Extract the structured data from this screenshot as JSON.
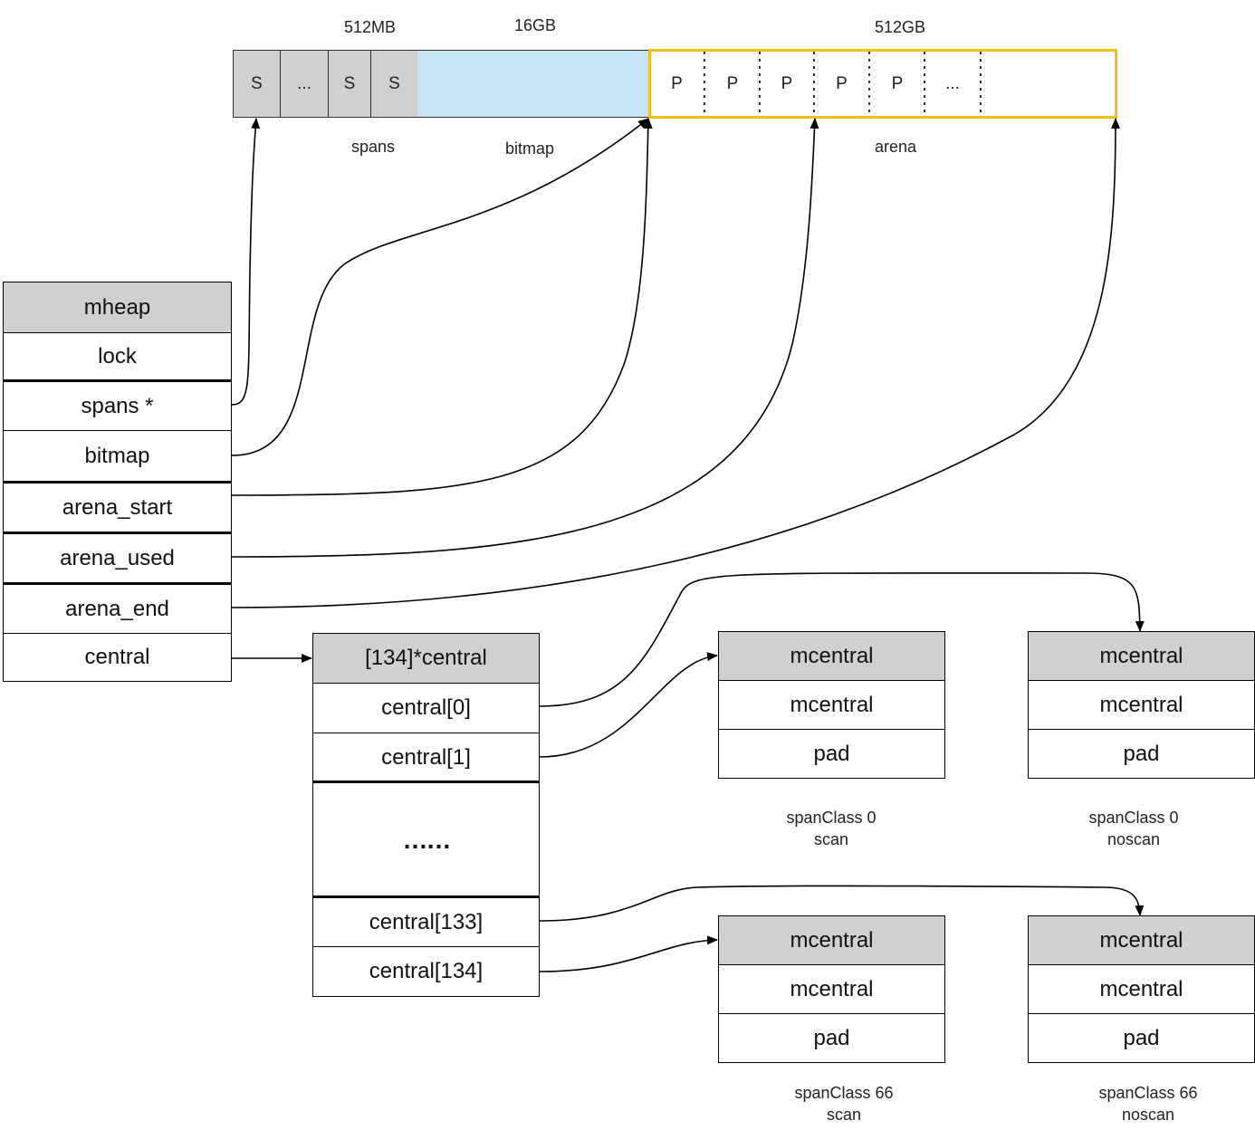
{
  "top_bar": {
    "size_labels": {
      "spans": "512MB",
      "bitmap": "16GB",
      "arena": "512GB"
    },
    "span_cells": [
      "S",
      "...",
      "S",
      "S"
    ],
    "arena_cells": [
      "P",
      "P",
      "P",
      "P",
      "P",
      "..."
    ],
    "region_labels": {
      "spans": "spans",
      "bitmap": "bitmap",
      "arena": "arena"
    },
    "colors": {
      "span_fill": "#d0d0d0",
      "bitmap_fill": "#c6e4f4",
      "arena_border": "#f0c020"
    }
  },
  "mheap": {
    "header": "mheap",
    "fields": [
      "lock",
      "spans *",
      "bitmap",
      "arena_start",
      "arena_used",
      "arena_end",
      "central"
    ]
  },
  "central_array": {
    "header": "[134]*central",
    "rows": [
      "central[0]",
      "central[1]",
      "……",
      "central[133]",
      "central[134]"
    ]
  },
  "mcentral_boxes": [
    {
      "header": "mcentral",
      "fields": [
        "mcentral",
        "pad"
      ],
      "caption_line1": "spanClass 0",
      "caption_line2": "scan"
    },
    {
      "header": "mcentral",
      "fields": [
        "mcentral",
        "pad"
      ],
      "caption_line1": "spanClass 0",
      "caption_line2": "noscan"
    },
    {
      "header": "mcentral",
      "fields": [
        "mcentral",
        "pad"
      ],
      "caption_line1": "spanClass 66",
      "caption_line2": "scan"
    },
    {
      "header": "mcentral",
      "fields": [
        "mcentral",
        "pad"
      ],
      "caption_line1": "spanClass 66",
      "caption_line2": "noscan"
    }
  ],
  "colors": {
    "header_fill": "#d0d0d0",
    "line": "#000000"
  }
}
